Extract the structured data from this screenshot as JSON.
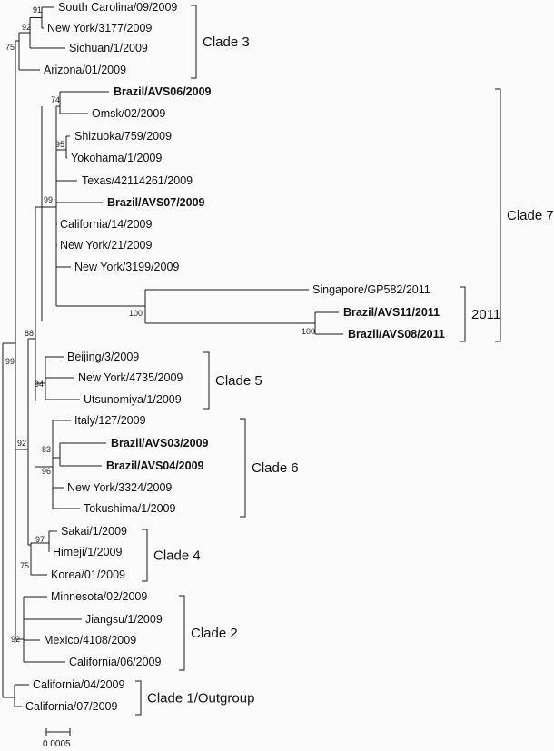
{
  "title": "Phylogenetic tree of influenza A(H1N1)pdm09 strains",
  "leaves": [
    {
      "id": "sc09",
      "label": "South Carolina/09/2009",
      "bold": false
    },
    {
      "id": "ny3177",
      "label": "New York/3177/2009",
      "bold": false
    },
    {
      "id": "sichuan1",
      "label": "Sichuan/1/2009",
      "bold": false
    },
    {
      "id": "arizona01",
      "label": "Arizona/01/2009",
      "bold": false
    },
    {
      "id": "brazil06",
      "label": "Brazil/AVS06/2009",
      "bold": true
    },
    {
      "id": "omsk02",
      "label": "Omsk/02/2009",
      "bold": false
    },
    {
      "id": "shizuoka759",
      "label": "Shizuoka/759/2009",
      "bold": false
    },
    {
      "id": "yokohama1",
      "label": "Yokohama/1/2009",
      "bold": false
    },
    {
      "id": "texas",
      "label": "Texas/42114261/2009",
      "bold": false
    },
    {
      "id": "brazil07",
      "label": "Brazil/AVS07/2009",
      "bold": true
    },
    {
      "id": "calif14",
      "label": "California/14/2009",
      "bold": false
    },
    {
      "id": "ny21",
      "label": "New York/21/2009",
      "bold": false
    },
    {
      "id": "ny3199",
      "label": "New York/3199/2009",
      "bold": false
    },
    {
      "id": "singapore",
      "label": "Singapore/GP582/2011",
      "bold": false
    },
    {
      "id": "brazil11",
      "label": "Brazil/AVS11/2011",
      "bold": true
    },
    {
      "id": "brazil08",
      "label": "Brazil/AVS08/2011",
      "bold": true
    },
    {
      "id": "beijing3",
      "label": "Beijing/3/2009",
      "bold": false
    },
    {
      "id": "ny4735",
      "label": "New York/4735/2009",
      "bold": false
    },
    {
      "id": "utsunomiya1",
      "label": "Utsunomiya/1/2009",
      "bold": false
    },
    {
      "id": "italy127",
      "label": "Italy/127/2009",
      "bold": false
    },
    {
      "id": "brazil03",
      "label": "Brazil/AVS03/2009",
      "bold": true
    },
    {
      "id": "brazil04",
      "label": "Brazil/AVS04/2009",
      "bold": true
    },
    {
      "id": "ny3324",
      "label": "New York/3324/2009",
      "bold": false
    },
    {
      "id": "tokushima1",
      "label": "Tokushima/1/2009",
      "bold": false
    },
    {
      "id": "sakai1",
      "label": "Sakai/1/2009",
      "bold": false
    },
    {
      "id": "himeji1",
      "label": "Himeji/1/2009",
      "bold": false
    },
    {
      "id": "korea01",
      "label": "Korea/01/2009",
      "bold": false
    },
    {
      "id": "minnesota02",
      "label": "Minnesota/02/2009",
      "bold": false
    },
    {
      "id": "jiangsu1",
      "label": "Jiangsu/1/2009",
      "bold": false
    },
    {
      "id": "mexico4108",
      "label": "Mexico/4108/2009",
      "bold": false
    },
    {
      "id": "calif06",
      "label": "California/06/2009",
      "bold": false
    },
    {
      "id": "calif04",
      "label": "California/04/2009",
      "bold": false
    },
    {
      "id": "calif07",
      "label": "California/07/2009",
      "bold": false
    }
  ],
  "bootstrap_values": [
    "91",
    "92",
    "75",
    "74",
    "95",
    "99",
    "100",
    "100",
    "94",
    "83",
    "96",
    "88",
    "97",
    "75",
    "92",
    "92",
    "99"
  ],
  "clades": [
    {
      "label": "Clade 3"
    },
    {
      "label": "Clade 7"
    },
    {
      "label": "2011"
    },
    {
      "label": "Clade 5"
    },
    {
      "label": "Clade 6"
    },
    {
      "label": "Clade 4"
    },
    {
      "label": "Clade 2"
    },
    {
      "label": "Clade 1/Outgroup"
    }
  ],
  "scale_bar": {
    "label": "0.0005"
  }
}
